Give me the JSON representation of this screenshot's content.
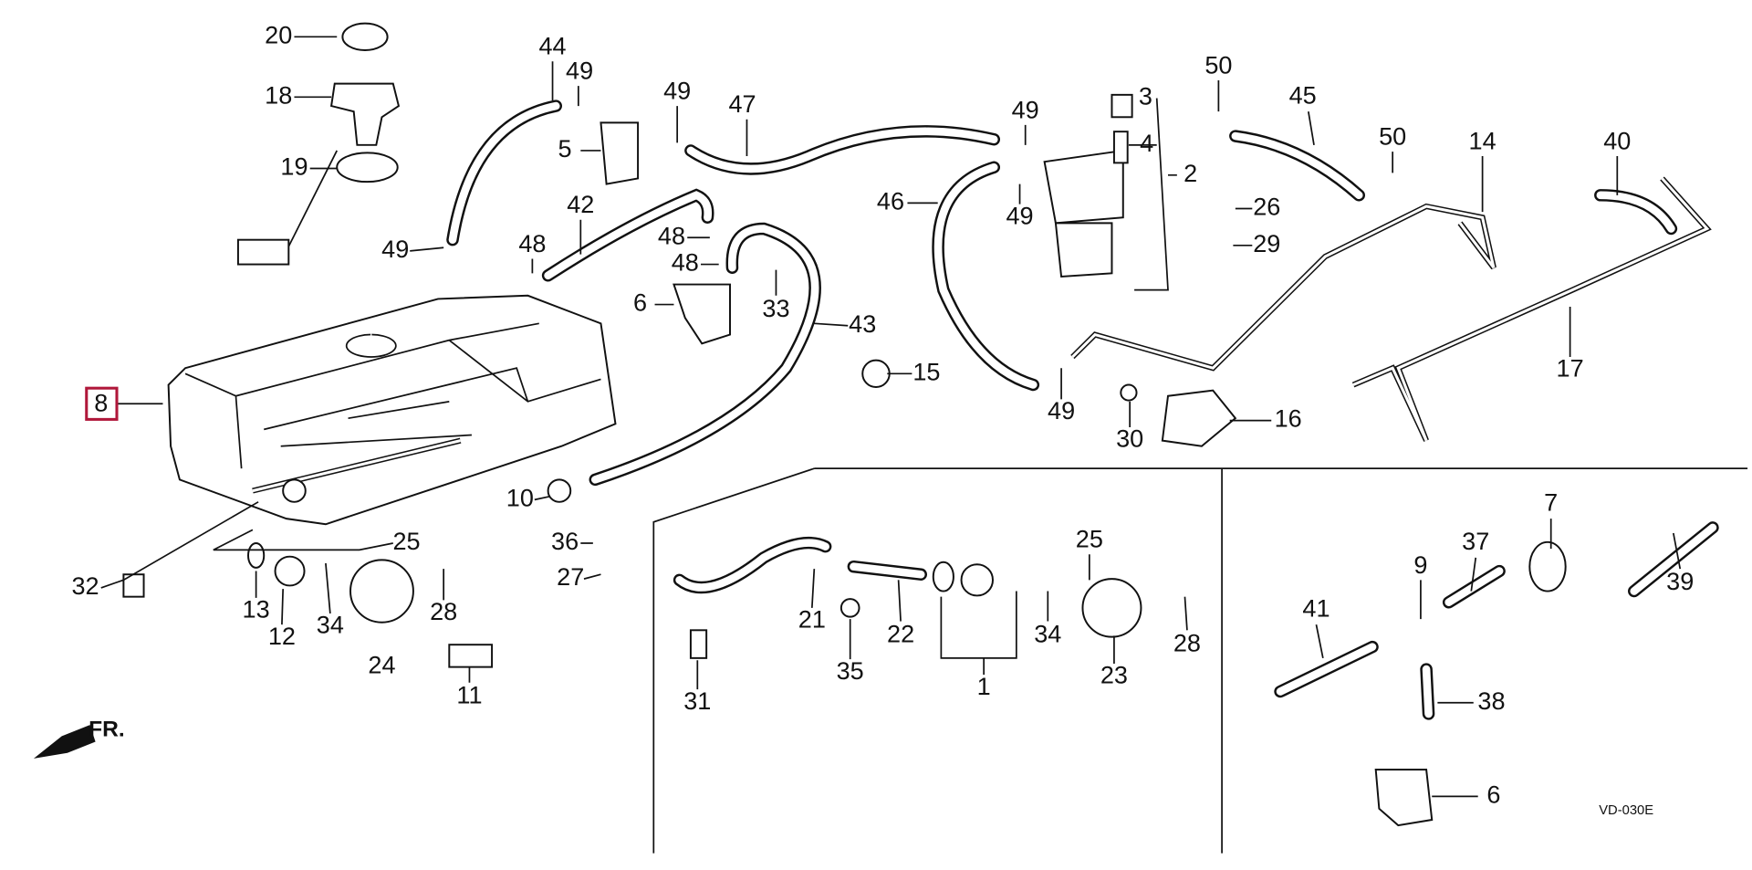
{
  "diagram": {
    "highlight_color": "#b0173a",
    "highlighted_part": "8",
    "drawing_code": "VD-030E",
    "direction_marker": "FR.",
    "callouts": [
      "20",
      "18",
      "19",
      "49",
      "44",
      "49",
      "5",
      "49",
      "47",
      "42",
      "48",
      "48",
      "48",
      "6",
      "33",
      "43",
      "15",
      "46",
      "49",
      "49",
      "3",
      "4",
      "2",
      "26",
      "29",
      "50",
      "45",
      "50",
      "14",
      "40",
      "17",
      "16",
      "30",
      "49",
      "8",
      "10",
      "36",
      "27",
      "25",
      "32",
      "13",
      "12",
      "34",
      "28",
      "24",
      "11",
      "21",
      "22",
      "35",
      "1",
      "34",
      "25",
      "23",
      "28",
      "31",
      "7",
      "37",
      "9",
      "39",
      "41",
      "38",
      "6"
    ]
  }
}
